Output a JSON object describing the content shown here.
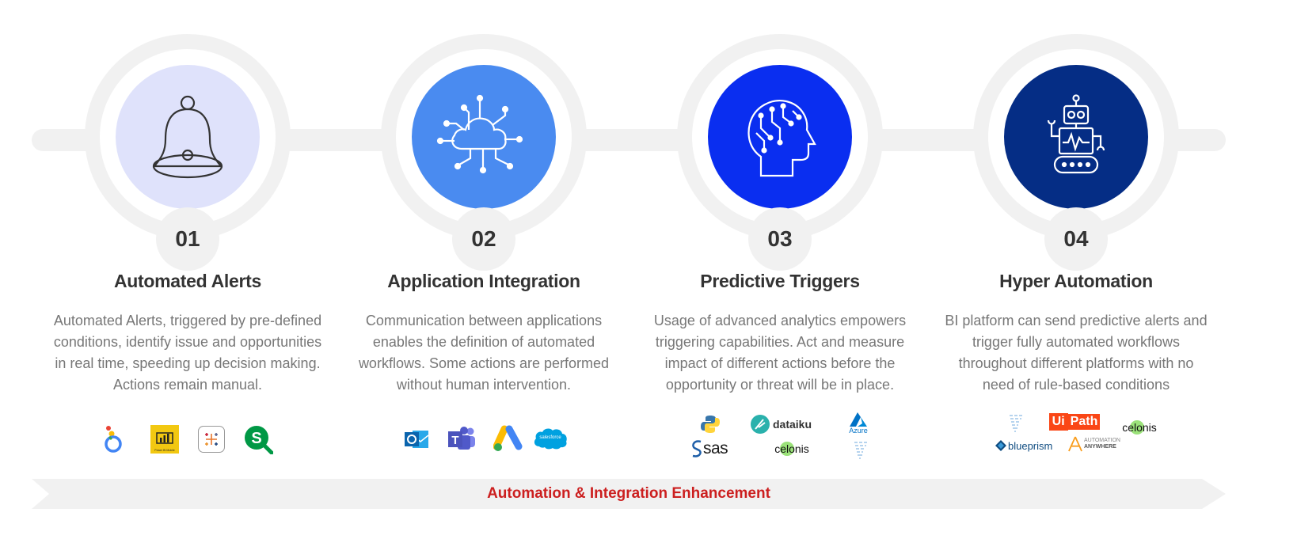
{
  "colors": {
    "disc1": "#dfe2fb",
    "disc2": "#4a8bf0",
    "disc3": "#0a2ef0",
    "disc4": "#052d85",
    "accent_red": "#cc1f1f",
    "track": "#f1f1f1"
  },
  "steps": [
    {
      "number": "01",
      "title": "Automated Alerts",
      "icon": "bell-icon",
      "description": "Automated Alerts, triggered by pre-defined conditions, identify issue and opportunities in real time, speeding up decision making. Actions remain manual.",
      "logos": [
        "looker-logo",
        "power-bi-mobile-logo",
        "tableau-logo",
        "qlik-sense-logo"
      ],
      "logo_texts": {
        "power_bi": "Power BI Mobile"
      }
    },
    {
      "number": "02",
      "title": "Application Integration",
      "icon": "cloud-network-icon",
      "description": "Communication between applications enables the definition of automated workflows. Some actions are performed without human intervention.",
      "logos": [
        "outlook-logo",
        "teams-logo",
        "google-ads-logo",
        "salesforce-logo"
      ],
      "logo_texts": {
        "salesforce": "salesforce"
      }
    },
    {
      "number": "03",
      "title": "Predictive Triggers",
      "icon": "brain-circuit-icon",
      "description": "Usage of advanced analytics empowers triggering capabilities. Act and measure impact of different actions before the opportunity or threat will be in place.",
      "logos": [
        "python-logo",
        "dataiku-logo",
        "azure-logo",
        "sas-logo",
        "celonis-logo",
        "databricks-logo"
      ],
      "logo_texts": {
        "dataiku": "dataiku",
        "azure": "Azure",
        "sas": "sas",
        "celonis": "celonis"
      }
    },
    {
      "number": "04",
      "title": "Hyper Automation",
      "icon": "robot-icon",
      "description": "BI platform can send predictive alerts and trigger fully automated workflows throughout different platforms with no need of rule-based conditions",
      "logos": [
        "databricks-logo",
        "uipath-logo",
        "celonis-logo",
        "blueprism-logo",
        "automation-anywhere-logo"
      ],
      "logo_texts": {
        "uipath_ui": "Ui",
        "uipath_path": "Path",
        "celonis": "celonis",
        "blueprism": "blueprism",
        "aa_line1": "AUTOMATION",
        "aa_line2": "ANYWHERE"
      }
    }
  ],
  "banner": {
    "label": "Automation & Integration Enhancement"
  }
}
